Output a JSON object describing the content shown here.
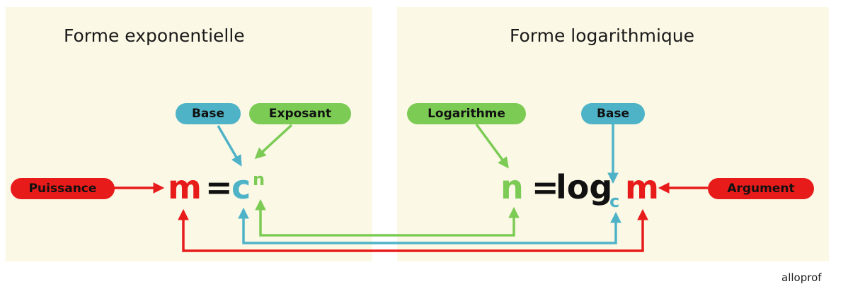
{
  "panels": {
    "left": {
      "title": "Forme exponentielle"
    },
    "right": {
      "title": "Forme logarithmique"
    }
  },
  "labels": {
    "base": "Base",
    "exposant": "Exposant",
    "puissance": "Puissance",
    "logarithme": "Logarithme",
    "argument": "Argument"
  },
  "exponential_form": {
    "m": "m",
    "equals": "=",
    "c": "c",
    "n": "n"
  },
  "logarithmic_form": {
    "n": "n",
    "equals": "=",
    "log": "log",
    "c": "c",
    "m": "m"
  },
  "brand": "alloprof",
  "colors": {
    "panel_bg": "#fbf8e5",
    "blue": "#4fb3c8",
    "green": "#7ccb55",
    "red": "#e81b1b",
    "text": "#111111"
  }
}
